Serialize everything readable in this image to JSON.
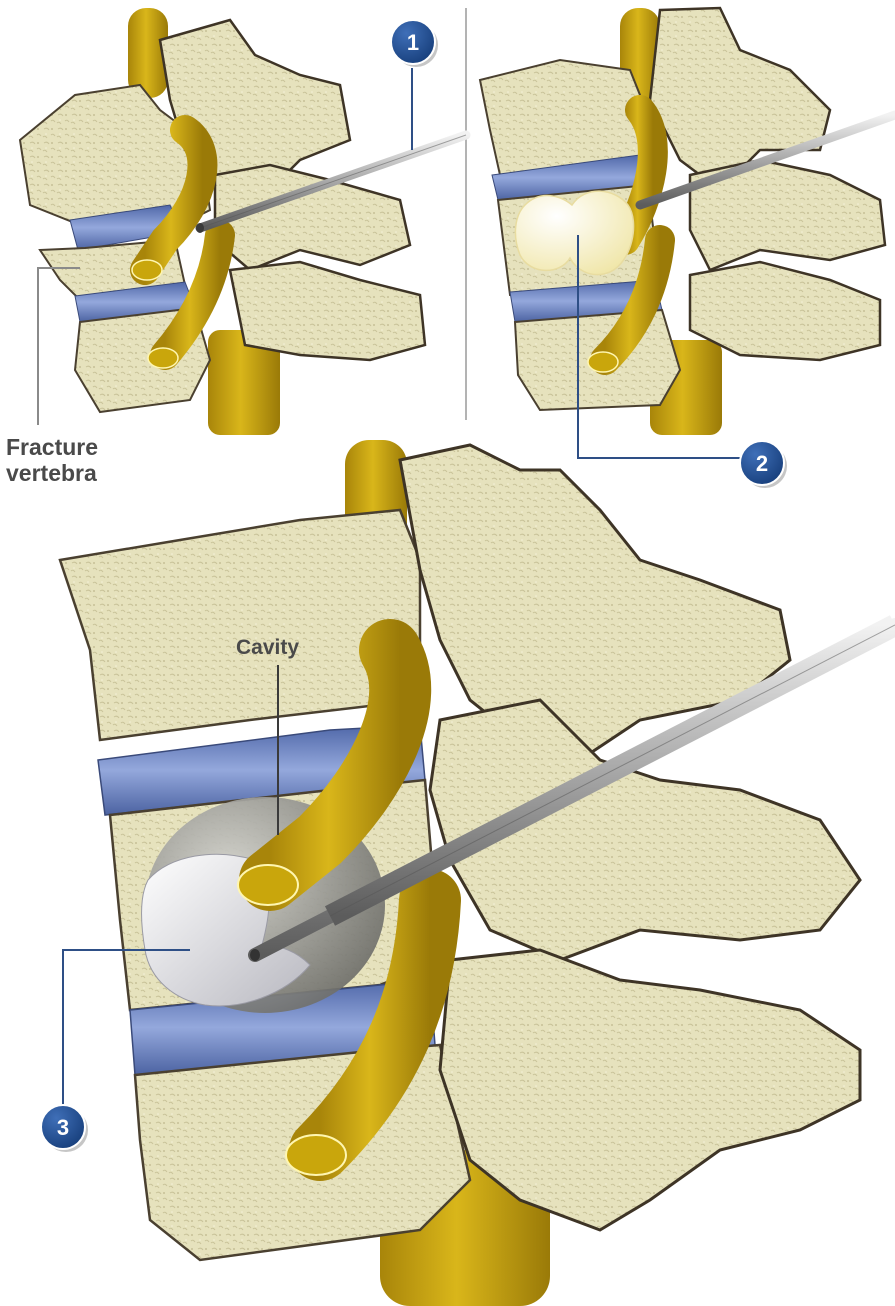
{
  "labels": {
    "fracture_line1": "Fracture",
    "fracture_line2": "vertebra",
    "cavity": "Cavity"
  },
  "steps": [
    {
      "number": "1"
    },
    {
      "number": "2"
    },
    {
      "number": "3"
    }
  ],
  "colors": {
    "bone": "#e6e2bd",
    "bone_edge": "#4a4030",
    "disc": "#6f86c4",
    "nerve": "#c9a60c",
    "badge": "#1f4a8c",
    "leader": "#2e4f86",
    "balloon": "#fbf6d4",
    "cement": "#e4e4e8"
  }
}
